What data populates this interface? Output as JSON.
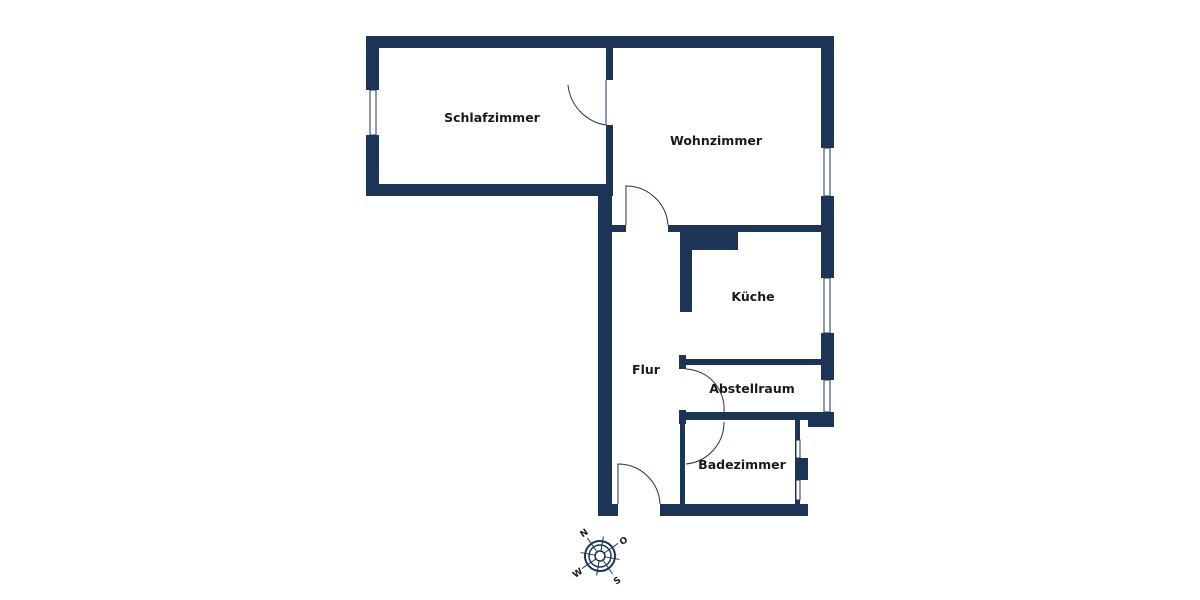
{
  "colors": {
    "wall": "#1c3557",
    "background": "#ffffff"
  },
  "rooms": [
    {
      "id": "schlafzimmer",
      "label": "Schlafzimmer"
    },
    {
      "id": "wohnzimmer",
      "label": "Wohnzimmer"
    },
    {
      "id": "kueche",
      "label": "Küche"
    },
    {
      "id": "flur",
      "label": "Flur"
    },
    {
      "id": "abstellraum",
      "label": "Abstellraum"
    },
    {
      "id": "badezimmer",
      "label": "Badezimmer"
    }
  ],
  "compass": {
    "icon": "compass-rose-icon",
    "north": "N",
    "east": "O",
    "south": "S",
    "west": "W"
  }
}
